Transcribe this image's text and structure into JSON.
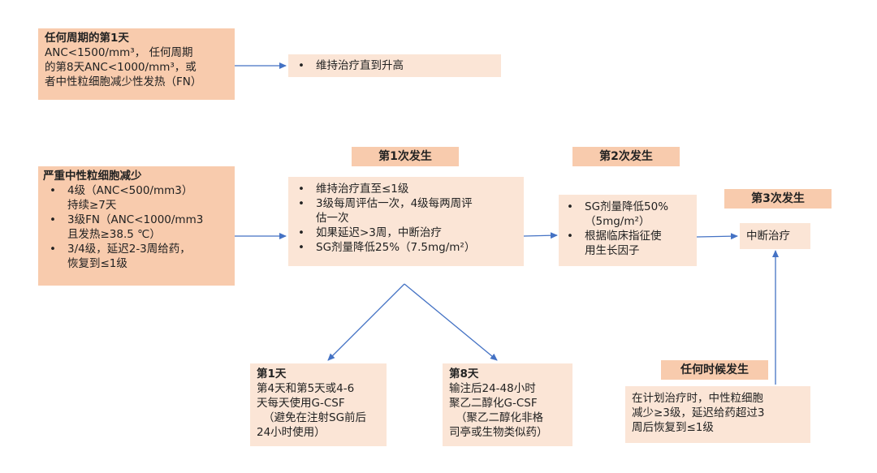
{
  "box_any_cycle": {
    "title": "任何周期的第1天",
    "lines": [
      "ANC<1500/mm³， 任何周期",
      "的第8天ANC<1000/mm³，或",
      "者中性粒细胞减少性发热（FN）"
    ]
  },
  "box_maintain": {
    "items": [
      "维持治疗直到升高"
    ]
  },
  "box_severe": {
    "title": "严重中性粒细胞减少",
    "items": [
      [
        "4级（ANC<500/mm3）",
        "持续≥7天"
      ],
      [
        "3级FN（ANC<1000/mm3",
        "且发热≥38.5 ℃）"
      ],
      [
        "3/4级，延迟2-3周给药，",
        "恢复到≤1级"
      ]
    ]
  },
  "header_1st": "第1次发生",
  "box_1st": {
    "items": [
      [
        "维持治疗直至≤1级"
      ],
      [
        "3级每周评估一次，4级每两周评",
        "估一次"
      ],
      [
        "如果延迟>3周，中断治疗"
      ],
      [
        "SG剂量降低25%（7.5mg/m²）"
      ]
    ]
  },
  "header_2nd": "第2次发生",
  "box_2nd": {
    "items": [
      [
        "SG剂量降低50%",
        "（5mg/m²）"
      ],
      [
        "根据临床指征使",
        "用生长因子"
      ]
    ]
  },
  "header_3rd": "第3次发生",
  "box_3rd": {
    "text": "中断治疗"
  },
  "box_day1": {
    "title": "第1天",
    "lines": [
      "第4天和第5天或4-6",
      "天每天使用G-CSF",
      "（避免在注射SG前后",
      "24小时使用）"
    ]
  },
  "box_day8": {
    "title": "第8天",
    "lines": [
      "输注后24-48小时",
      "聚乙二醇化G-CSF",
      "（聚乙二醇化非格",
      "司亭或生物类似药）"
    ]
  },
  "header_anytime": "任何时候发生",
  "box_anytime": {
    "lines": [
      "在计划治疗时，中性粒细胞",
      "减少≥3级，延迟给药超过3",
      "周后恢复到≤1级"
    ]
  },
  "colors": {
    "dark_fill": "#f8cbad",
    "light_fill": "#fbe5d6",
    "arrow": "#4472c4"
  }
}
